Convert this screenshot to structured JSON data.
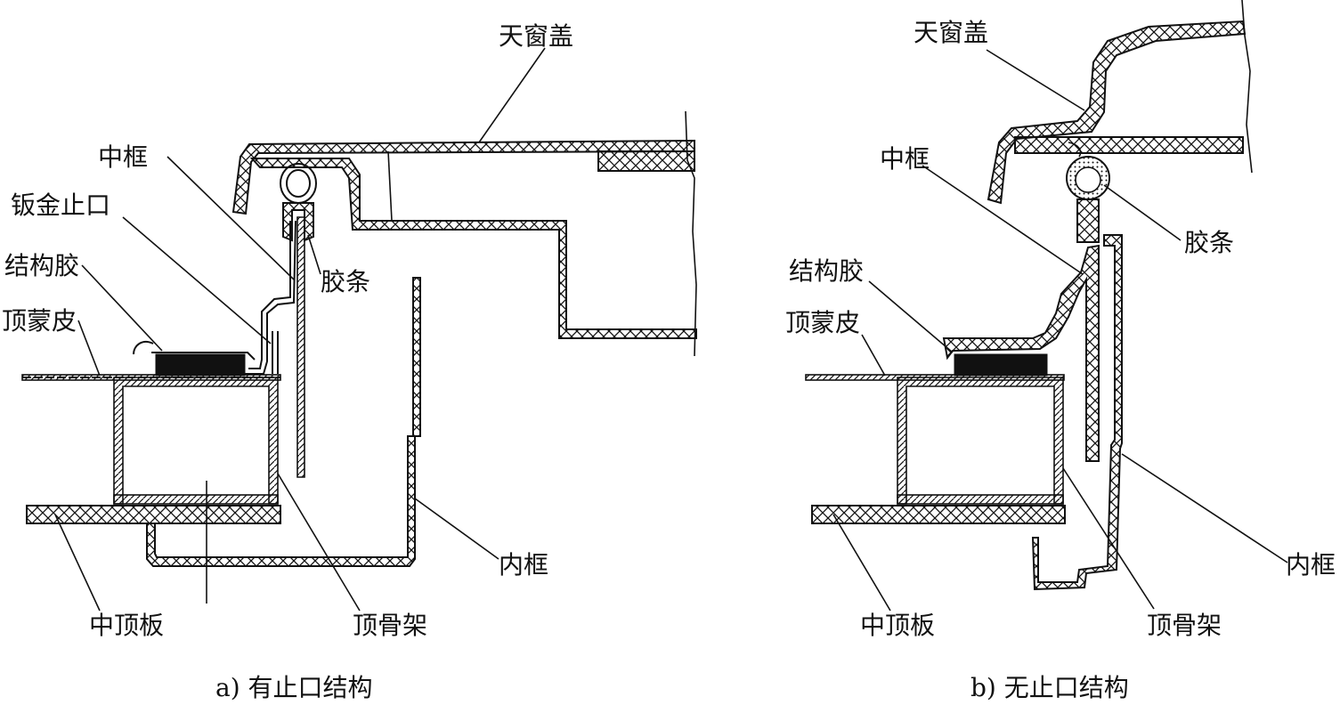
{
  "left": {
    "labels": {
      "sunroof_cover": "天窗盖",
      "middle_frame": "中框",
      "sheet_metal_stop": "钣金止口",
      "structural_adhesive": "结构胶",
      "roof_skin": "顶蒙皮",
      "rubber_strip": "胶条",
      "inner_frame": "内框",
      "middle_roof_panel": "中顶板",
      "roof_frame": "顶骨架"
    },
    "caption": "a) 有止口结构"
  },
  "right": {
    "labels": {
      "sunroof_cover": "天窗盖",
      "middle_frame": "中框",
      "structural_adhesive": "结构胶",
      "roof_skin": "顶蒙皮",
      "rubber_strip": "胶条",
      "inner_frame": "内框",
      "middle_roof_panel": "中顶板",
      "roof_frame": "顶骨架"
    },
    "caption": "b) 无止口结构"
  }
}
